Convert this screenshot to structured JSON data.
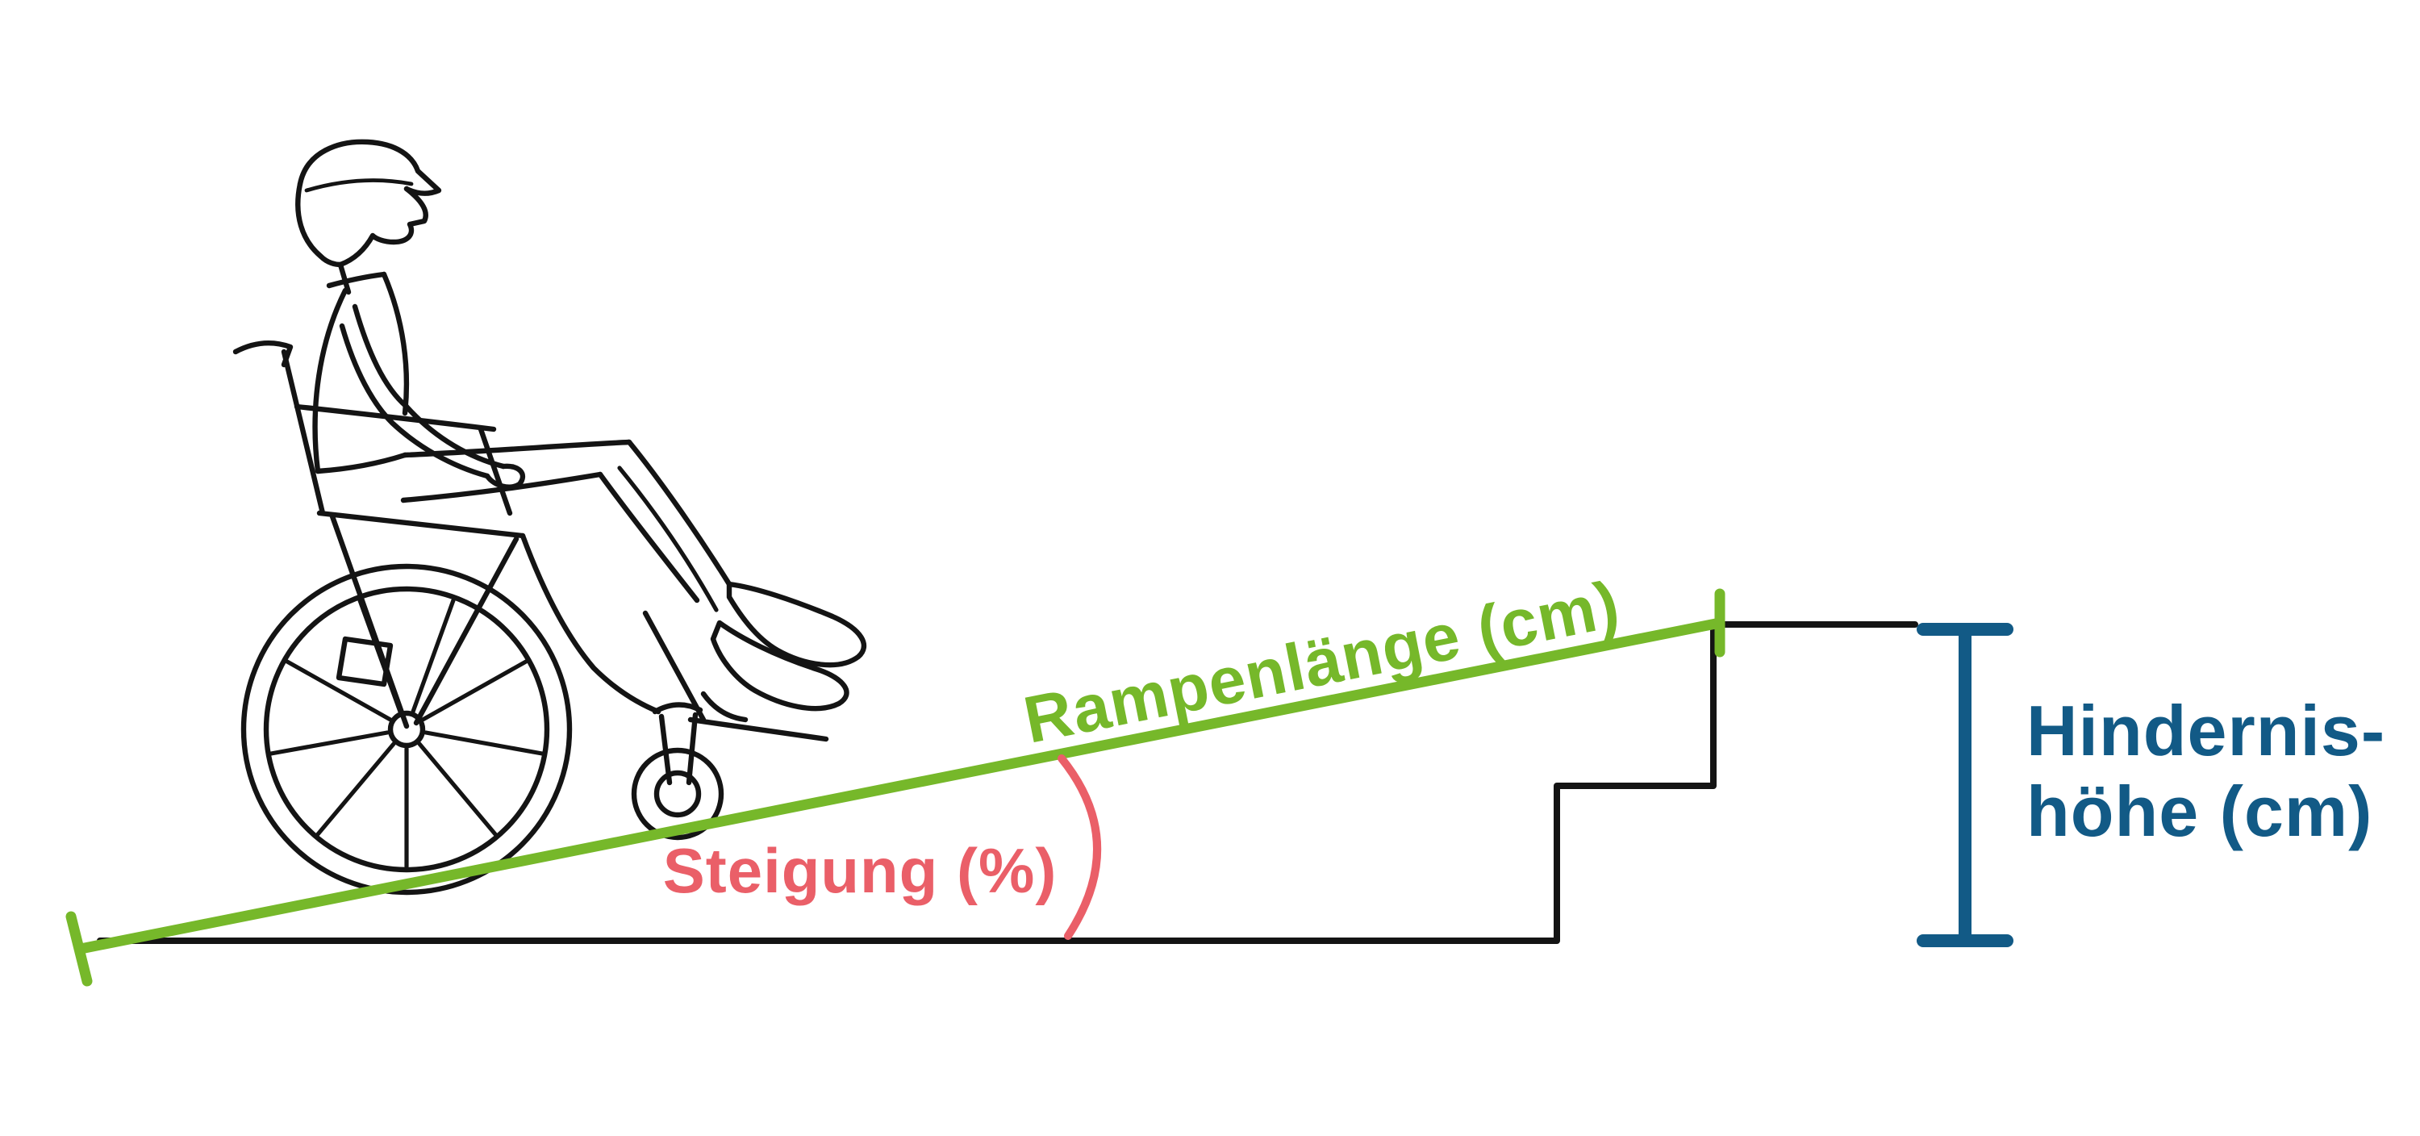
{
  "page": {
    "background": "#ffffff"
  },
  "diagram": {
    "ramp_label": "Rampenlänge (cm)",
    "slope_label": "Steigung (%)",
    "obstacle_label_line1": "Hindernis-",
    "obstacle_label_line2": "höhe (cm)",
    "colors": {
      "ramp_green": "#76b82a",
      "slope_red": "#ea5f68",
      "obstacle_blue": "#125a86",
      "line_black": "#141414"
    }
  }
}
